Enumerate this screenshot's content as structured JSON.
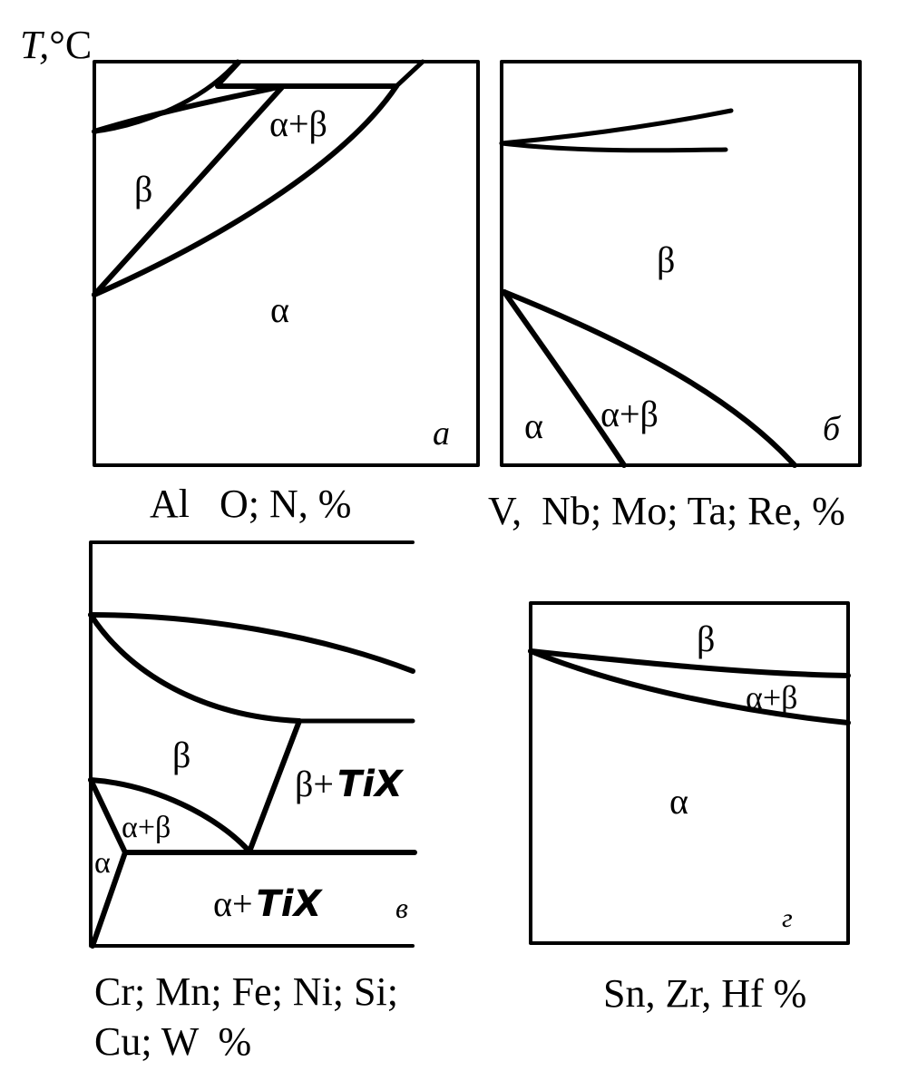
{
  "figure": {
    "axis_label": {
      "symbol": "T,",
      "unit": "°C"
    },
    "panels": [
      {
        "id": "a",
        "tag": "а",
        "caption": "Al   O; N, %",
        "regions": [
          "α",
          "β",
          "α+β"
        ]
      },
      {
        "id": "b",
        "tag": "б",
        "caption": "V,  Nb; Mo; Ta; Re, %",
        "regions": [
          "α",
          "β",
          "α+β"
        ]
      },
      {
        "id": "c",
        "tag": "в",
        "caption_lines": [
          "Cr; Mn; Fe; Ni; Si;",
          "Cu; W  %"
        ],
        "regions": [
          "α",
          "β",
          "α+β",
          "β+",
          "α+"
        ],
        "compound": "TiX"
      },
      {
        "id": "d",
        "tag": "г",
        "caption": "Sn, Zr, Hf %",
        "regions": [
          "α",
          "β",
          "α+β"
        ]
      }
    ]
  },
  "colors": {
    "ink": "#000000",
    "paper": "#ffffff"
  }
}
